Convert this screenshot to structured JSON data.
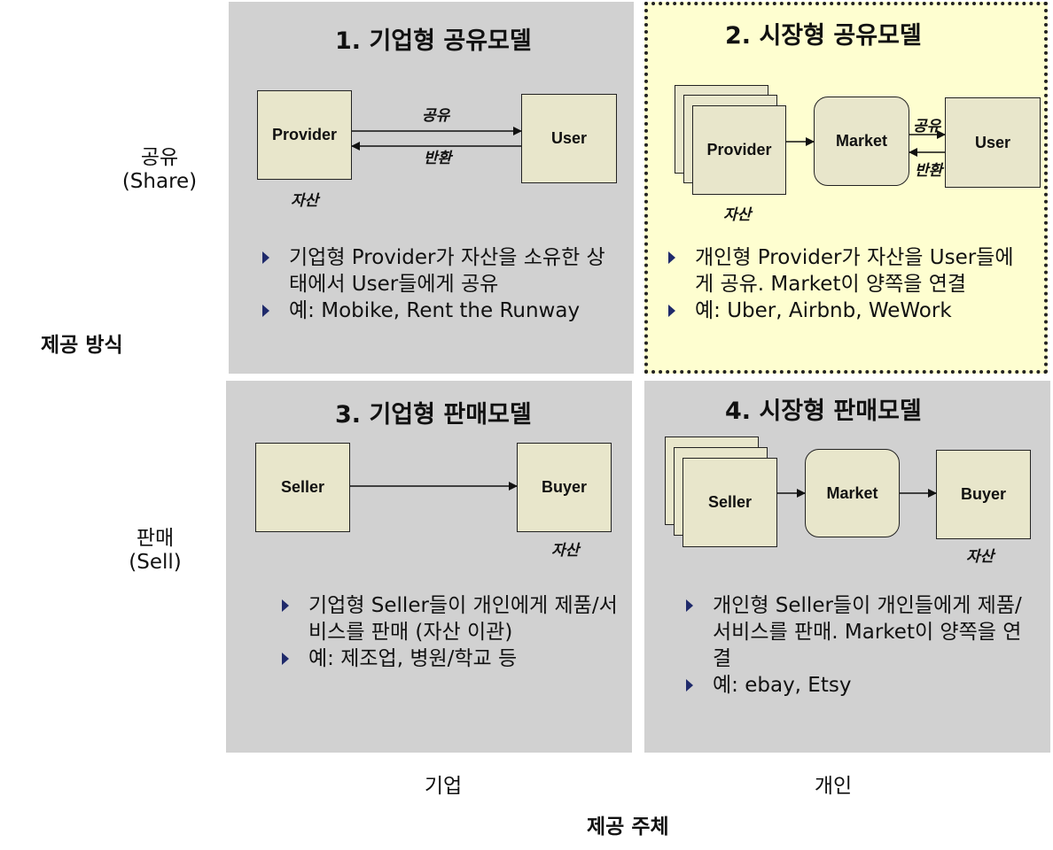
{
  "axes": {
    "vertical_title": "제공 방식",
    "share_label": "공유",
    "share_sub": "(Share)",
    "sell_label": "판매",
    "sell_sub": "(Sell)",
    "horizontal_title": "제공 주체",
    "company_label": "기업",
    "individual_label": "개인"
  },
  "q1": {
    "title": "1. 기업형 공유모델",
    "provider": "Provider",
    "user": "User",
    "share": "공유",
    "return": "반환",
    "asset": "자산",
    "bullets": [
      "기업형 Provider가 자산을 소유한 상태에서 User들에게 공유",
      "예: Mobike, Rent the Runway"
    ]
  },
  "q2": {
    "title": "2. 시장형 공유모델",
    "provider": "Provider",
    "market": "Market",
    "user": "User",
    "share": "공유",
    "return": "반환",
    "asset": "자산",
    "bullets": [
      "개인형 Provider가 자산을 User들에게 공유. Market이 양쪽을 연결",
      "예: Uber, Airbnb, WeWork"
    ]
  },
  "q3": {
    "title": "3. 기업형 판매모델",
    "seller": "Seller",
    "buyer": "Buyer",
    "asset": "자산",
    "bullets": [
      "기업형 Seller들이 개인에게 제품/서비스를 판매 (자산 이관)",
      "예: 제조업, 병원/학교 등"
    ]
  },
  "q4": {
    "title": "4. 시장형 판매모델",
    "seller": "Seller",
    "market": "Market",
    "buyer": "Buyer",
    "asset": "자산",
    "bullets": [
      "개인형 Seller들이 개인들에게 제품/서비스를 판매. Market이 양쪽을 연결",
      "예: ebay, Etsy"
    ]
  }
}
